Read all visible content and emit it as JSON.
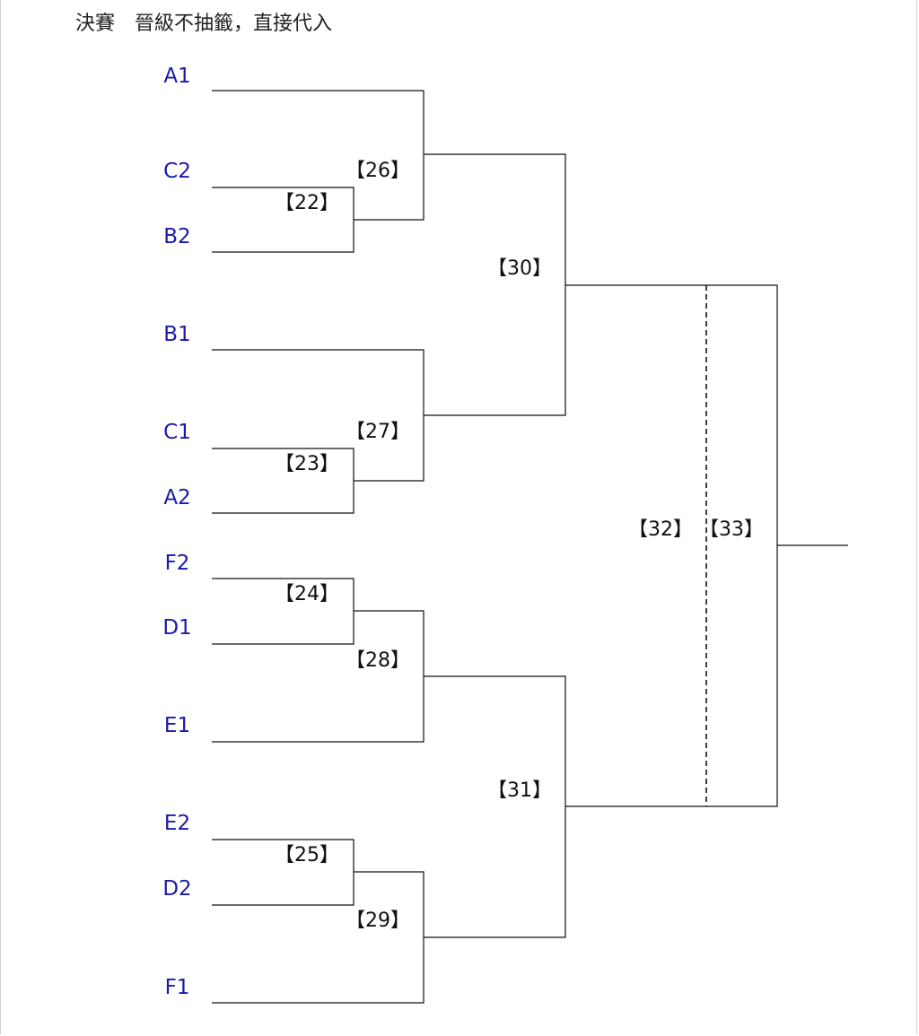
{
  "title": "決賽",
  "subtitle": "晉級不抽籤，直接代入",
  "colors": {
    "team": "#1a1aaa",
    "line": "#111111",
    "text": "#111111"
  },
  "teams": [
    "A1",
    "C2",
    "B2",
    "B1",
    "C1",
    "A2",
    "F2",
    "D1",
    "E1",
    "E2",
    "D2",
    "F1"
  ],
  "matches": [
    "【22】",
    "【23】",
    "【24】",
    "【25】",
    "【26】",
    "【27】",
    "【28】",
    "【29】",
    "【30】",
    "【31】",
    "【32】",
    "【33】"
  ]
}
